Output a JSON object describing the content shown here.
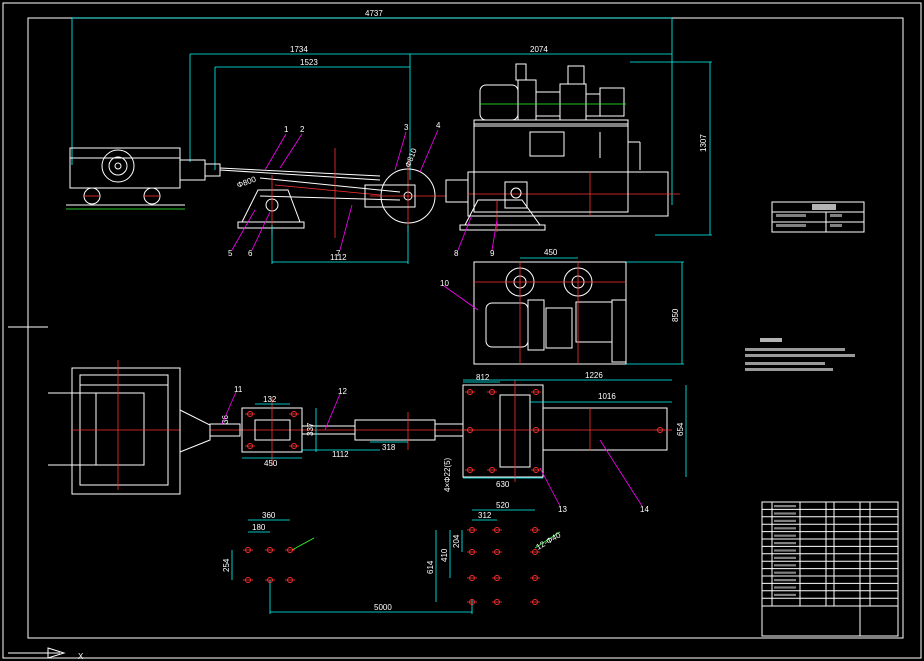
{
  "drawing": {
    "dimensions": {
      "overall_length": "4737",
      "left_span": "1734",
      "inner_span": "1523",
      "right_span": "2074",
      "height_right": "1307",
      "sheave_dia": "Φ810",
      "rope_dia": "Φ800",
      "base_width": "1112",
      "top_view_width": "450",
      "top_view_height": "850",
      "plan_1226": "1226",
      "plan_1016": "1016",
      "plan_654": "654",
      "plan_812": "812",
      "plan_630": "630",
      "plan_132": "132",
      "plan_450b": "450",
      "plan_337": "337",
      "plan_1112b": "1112",
      "plan_318": "318",
      "plan_small": "36",
      "plan_dia": "4×Φ22(5)",
      "fnd_360": "360",
      "fnd_180": "180",
      "fnd_254": "254",
      "fnd_5000": "5000",
      "fnd_520": "520",
      "fnd_312": "312",
      "fnd_410": "410",
      "fnd_204": "204",
      "fnd_614": "614",
      "fnd_hole": "12-Φ40"
    },
    "balloons": [
      "1",
      "2",
      "3",
      "4",
      "5",
      "6",
      "7",
      "8",
      "9",
      "10",
      "11",
      "12",
      "13",
      "14"
    ],
    "axis_label": "X",
    "colors": {
      "background": "#000000",
      "dimension": "#00ffff",
      "outline": "#ffffff",
      "centerline": "#ff3030",
      "leader": "#ff00ff",
      "aux": "#30ff30"
    }
  }
}
